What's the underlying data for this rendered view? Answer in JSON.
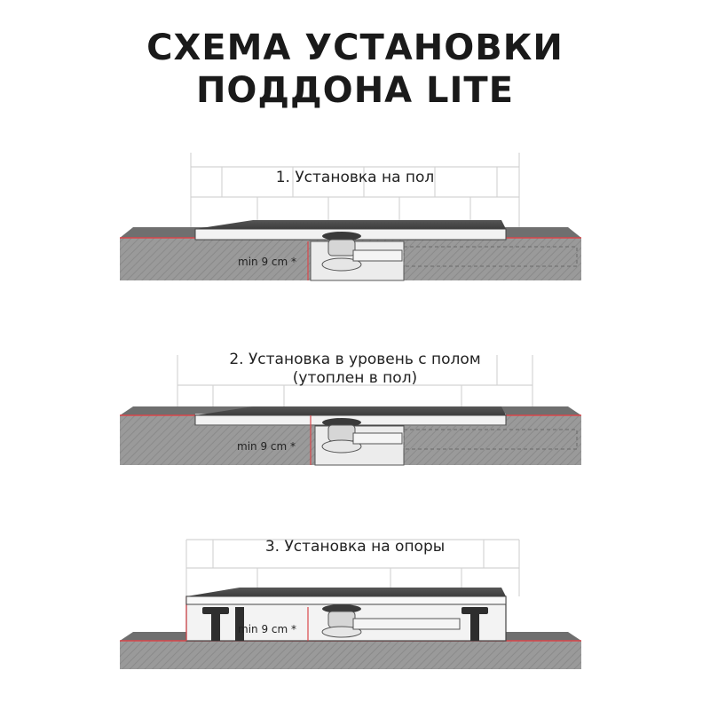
{
  "title": {
    "line1": "СХЕМА УСТАНОВКИ",
    "line2": "ПОДДОНА LITE"
  },
  "steps": [
    {
      "label": "1.  Установка на пол"
    },
    {
      "label_line1": "2.  Установка в уровень с полом",
      "label_line2": "(утоплен в пол)"
    },
    {
      "label": "3.  Установка на опоры"
    }
  ],
  "min_height_note": "min 9 cm *",
  "colors": {
    "floor": "#8f8f8f",
    "tray": "#4a4a4a",
    "accent_line": "#d9474b",
    "tile_line": "#cfcfcf",
    "text": "#1a1a1a"
  }
}
